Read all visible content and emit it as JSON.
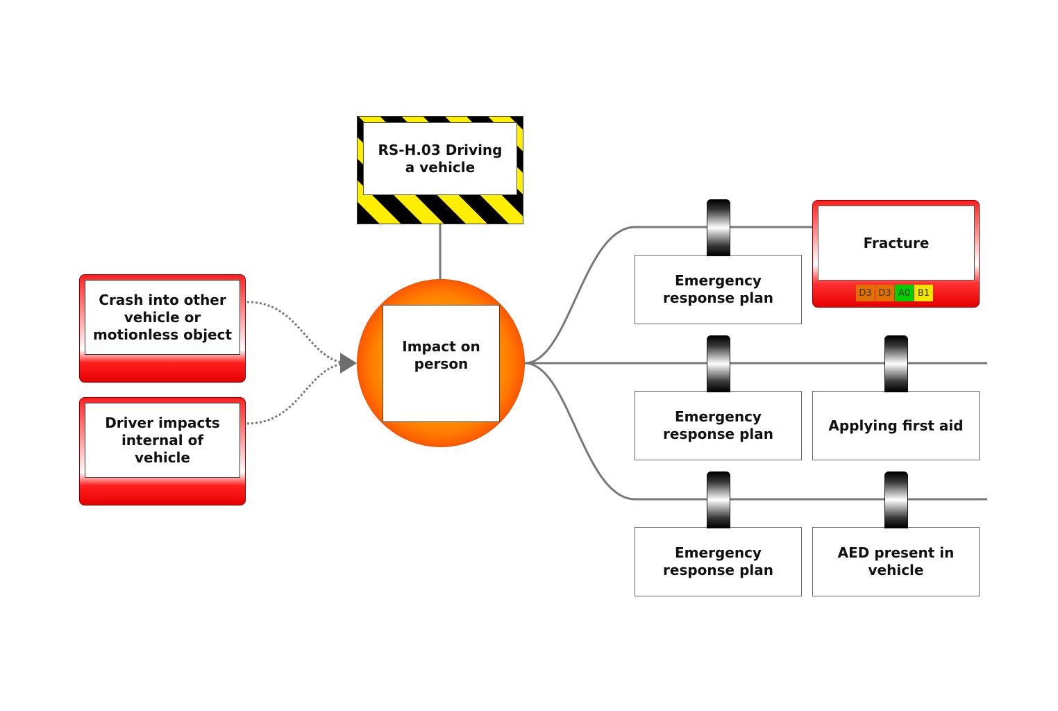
{
  "diagram": {
    "type": "bowtie",
    "hazard": {
      "label": "RS-H.03 Driving\na vehicle"
    },
    "top_event": {
      "label": "Impact on\nperson"
    },
    "threats": [
      {
        "label": "Crash into other\nvehicle or\nmotionless object"
      },
      {
        "label": "Driver impacts\ninternal of\nvehicle"
      }
    ],
    "consequence": {
      "label": "Fracture",
      "risk_badges": [
        {
          "text": "D3",
          "color": "#e07000"
        },
        {
          "text": "D3",
          "color": "#e07000"
        },
        {
          "text": "A0",
          "color": "#00d000"
        },
        {
          "text": "B1",
          "color": "#f0e800"
        }
      ]
    },
    "barriers": [
      {
        "label": "Emergency\nresponse plan"
      },
      {
        "label": "Emergency\nresponse plan"
      },
      {
        "label": "Applying first aid"
      },
      {
        "label": "Emergency\nresponse plan"
      },
      {
        "label": "AED present in\nvehicle"
      }
    ],
    "colors": {
      "line": "#777777",
      "threat_red": "#ff0000",
      "hazard_yellow": "#ffee00",
      "top_event_orange": "#ffa000"
    }
  }
}
